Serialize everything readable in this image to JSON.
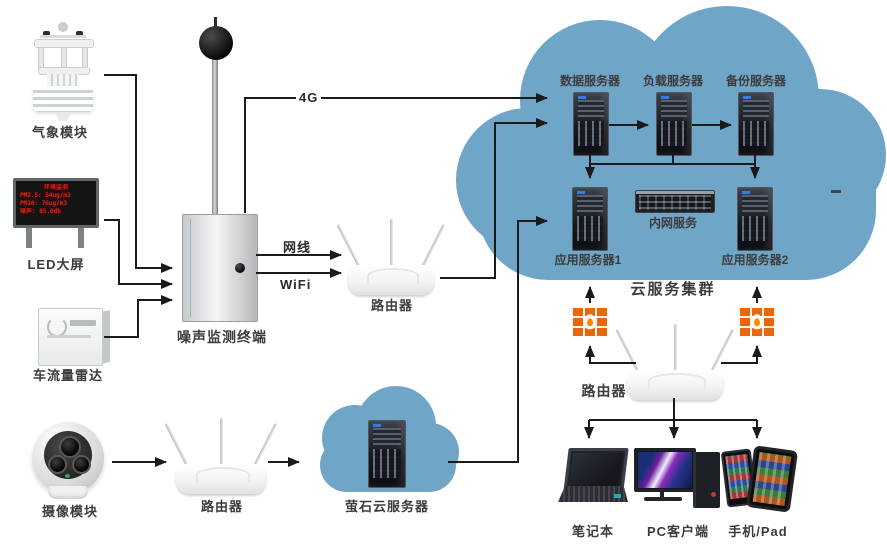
{
  "diagram": {
    "labels": {
      "weather": "气象模块",
      "led_screen": "LED大屏",
      "radar": "车流量雷达",
      "camera": "摄像模块",
      "noise_terminal": "噪声监测终端",
      "router_mid": "路由器",
      "router_bottom_left": "路由器",
      "router_cloud": "路由器",
      "ezviz_cloud": "萤石云服务器",
      "cloud_cluster": "云服务集群",
      "laptop": "笔记本",
      "pc_client": "PC客户端",
      "phone_pad": "手机/Pad",
      "link_4g": "4G",
      "link_lan": "网线",
      "link_wifi": "WiFi"
    },
    "cloud_servers": {
      "data_server": "数据服务器",
      "load_server": "负载服务器",
      "backup_server": "备份服务器",
      "app_server_1": "应用服务器1",
      "intranet_service": "内网服务",
      "app_server_2": "应用服务器2"
    },
    "led_screen": {
      "lines": [
        "环境监测",
        "PM2.5: 54ug/m3",
        "PM10:  76ug/m3",
        "噪声:  85.0db"
      ]
    },
    "colors": {
      "cloud": "#6FA5C7",
      "connector": "#1a1a1a",
      "label_text": "#3c3c3c",
      "led_text": "#ff2a1a",
      "firewall": "#e8660c"
    }
  }
}
